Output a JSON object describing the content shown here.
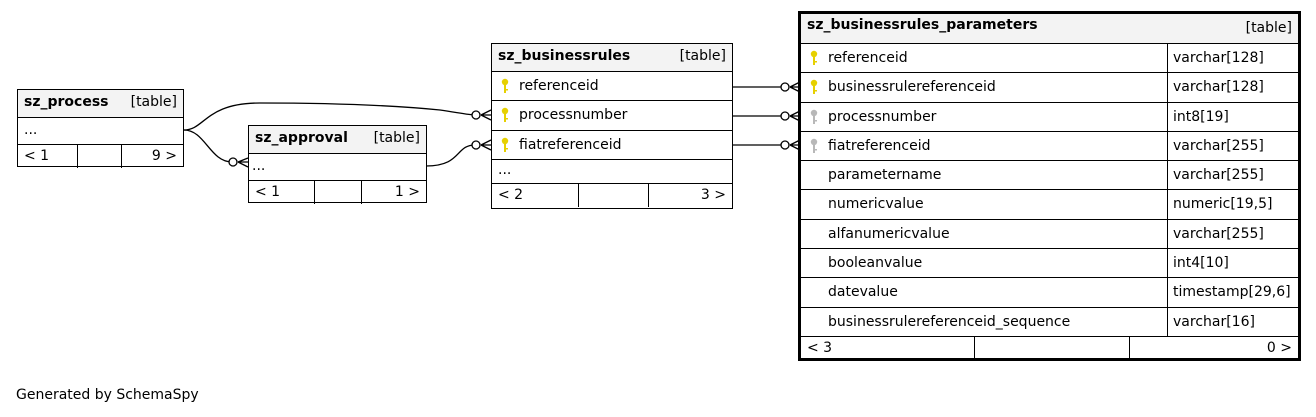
{
  "tables": {
    "sz_process": {
      "name": "sz_process",
      "type": "[table]",
      "ellipsis": "...",
      "parents": "< 1",
      "children": "9 >"
    },
    "sz_approval": {
      "name": "sz_approval",
      "type": "[table]",
      "ellipsis": "...",
      "parents": "< 1",
      "children": "1 >"
    },
    "sz_businessrules": {
      "name": "sz_businessrules",
      "type": "[table]",
      "columns": [
        {
          "name": "referenceid",
          "key": "primary"
        },
        {
          "name": "processnumber",
          "key": "primary"
        },
        {
          "name": "fiatreferenceid",
          "key": "primary"
        }
      ],
      "ellipsis": "...",
      "parents": "< 2",
      "children": "3 >"
    },
    "sz_businessrules_parameters": {
      "name": "sz_businessrules_parameters",
      "type": "[table]",
      "columns": [
        {
          "name": "referenceid",
          "datatype": "varchar[128]",
          "key": "primary"
        },
        {
          "name": "businessrulereferenceid",
          "datatype": "varchar[128]",
          "key": "primary"
        },
        {
          "name": "processnumber",
          "datatype": "int8[19]",
          "key": "foreign"
        },
        {
          "name": "fiatreferenceid",
          "datatype": "varchar[255]",
          "key": "foreign"
        },
        {
          "name": "parametername",
          "datatype": "varchar[255]",
          "key": "none"
        },
        {
          "name": "numericvalue",
          "datatype": "numeric[19,5]",
          "key": "none"
        },
        {
          "name": "alfanumericvalue",
          "datatype": "varchar[255]",
          "key": "none"
        },
        {
          "name": "booleanvalue",
          "datatype": "int4[10]",
          "key": "none"
        },
        {
          "name": "datevalue",
          "datatype": "timestamp[29,6]",
          "key": "none"
        },
        {
          "name": "businessrulereferenceid_sequence",
          "datatype": "varchar[16]",
          "key": "none"
        }
      ],
      "parents": "< 3",
      "children": "0 >"
    }
  },
  "colors": {
    "primary_key": "#e6d000",
    "foreign_key": "#b8b8b8",
    "header_bg": "#f3f3f3"
  },
  "footer_text": "Generated by SchemaSpy"
}
